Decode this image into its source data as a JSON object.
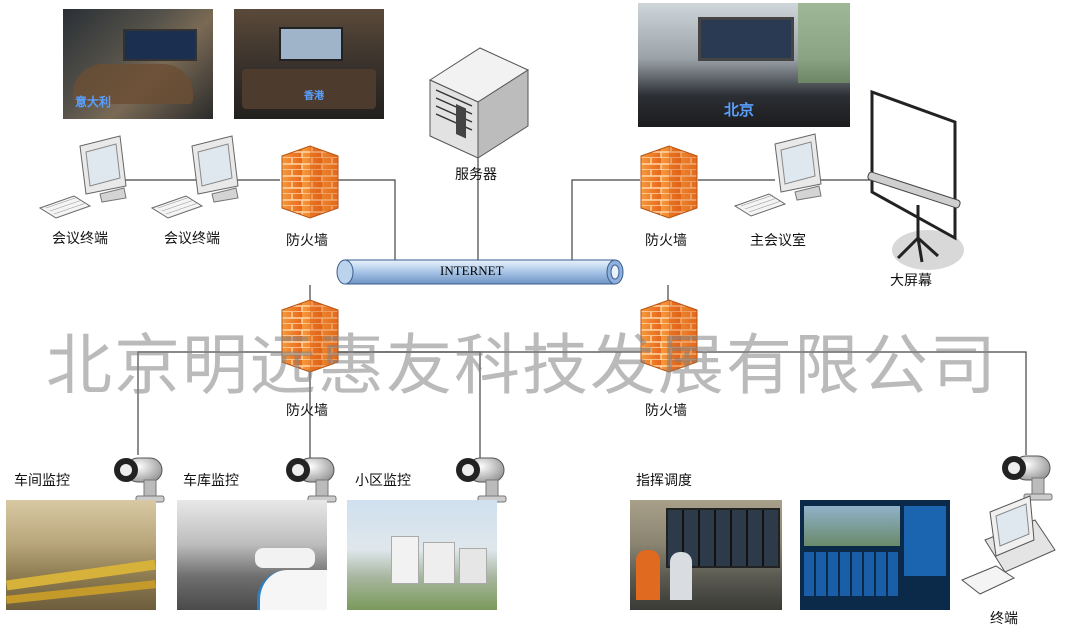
{
  "internet": "INTERNET",
  "server": "服务器",
  "firewall": "防火墙",
  "conference_terminal": "会议终端",
  "main_room": "主会议室",
  "big_screen": "大屏幕",
  "workshop": "车间监控",
  "garage": "车库监控",
  "community": "小区监控",
  "dispatch": "指挥调度",
  "terminal": "终端",
  "photo_italy": "意大利",
  "photo_hk": "香港",
  "photo_beijing": "北京",
  "watermark": "北京明远惠友科技发展有限公司",
  "colors": {
    "firewall": "#f07a1e",
    "pipe": "#a9c6e8",
    "line": "#444444"
  }
}
